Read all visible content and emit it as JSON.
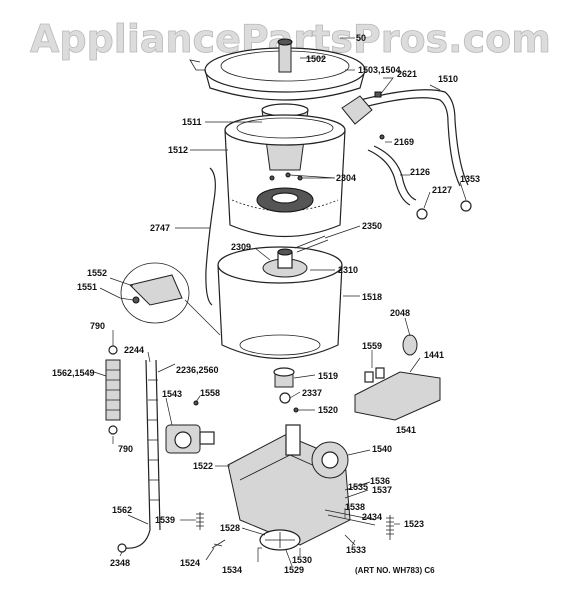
{
  "watermark": "AppliancePartsPros.com",
  "art_number": "(ART NO. WH783) C6",
  "labels": {
    "p50": "50",
    "p1502": "1502",
    "p1503": "1503,1504",
    "p2621": "2621",
    "p1510": "1510",
    "p1511": "1511",
    "p2169": "2169",
    "p1512": "1512",
    "p2126": "2126",
    "p2304": "2304",
    "p1353": "1353",
    "p2127": "2127",
    "p2747": "2747",
    "p2350": "2350",
    "p2309": "2309",
    "p2310": "2310",
    "p1552": "1552",
    "p1551": "1551",
    "p1518": "1518",
    "p790a": "790",
    "p2048": "2048",
    "p2244": "2244",
    "p2236": "2236,2560",
    "p1559": "1559",
    "p1441": "1441",
    "p1562a": "1562,1549",
    "p1519": "1519",
    "p1558": "1558",
    "p2337": "2337",
    "p1543": "1543",
    "p1520": "1520",
    "p1541": "1541",
    "p790b": "790",
    "p1540": "1540",
    "p1522": "1522",
    "p1536": "1536",
    "p1535": "1535",
    "p1537": "1537",
    "p1562b": "1562",
    "p1538": "1538",
    "p1539": "1539",
    "p2434": "2434",
    "p1523": "1523",
    "p1528": "1528",
    "p1533": "1533",
    "p2348": "2348",
    "p1524": "1524",
    "p1530": "1530",
    "p1534": "1534",
    "p1529": "1529"
  }
}
